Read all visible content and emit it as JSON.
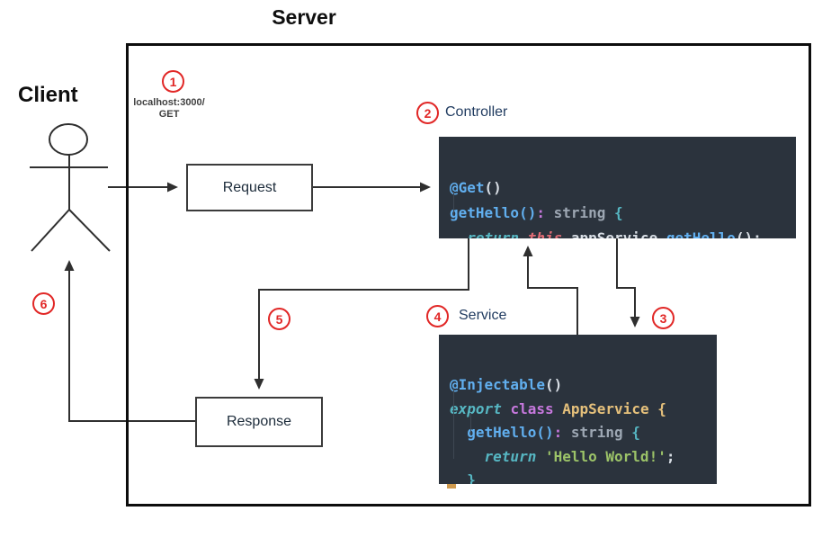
{
  "diagram": {
    "title": "Server",
    "client_label": "Client",
    "request_label": "Request",
    "response_label": "Response",
    "url_line1": "localhost:3000/",
    "url_line2": "GET",
    "controller_label": "Controller",
    "service_label": "Service",
    "steps": [
      "1",
      "2",
      "3",
      "4",
      "5",
      "6"
    ]
  },
  "colors": {
    "step_badge_red": "#e12726",
    "code_background": "#2b333d",
    "code_default": "#d8dee5",
    "code_blue": "#61afef",
    "code_magenta": "#c678dd",
    "code_cyan": "#56b6c2",
    "code_red": "#e06c75",
    "code_gold": "#e5c07b",
    "code_gray": "#9da7b3",
    "code_green": "#9cc368",
    "line_color": "#2f2f2f",
    "label_navy": "#1f3a5f"
  },
  "code_blocks": {
    "controller": {
      "lines": [
        [
          [
            "blue",
            "@Get"
          ],
          [
            "white",
            "()"
          ]
        ],
        [
          [
            "blue",
            "getHello"
          ],
          [
            "blue",
            "()"
          ],
          [
            "magenta",
            ":"
          ],
          [
            "gray",
            " string "
          ],
          [
            "cyan",
            "{"
          ]
        ],
        [
          [
            "white",
            "  "
          ],
          [
            "cyan-i",
            "return"
          ],
          [
            "white",
            " "
          ],
          [
            "red-i",
            "this"
          ],
          [
            "white",
            ".appService."
          ],
          [
            "blue",
            "getHello"
          ],
          [
            "white",
            "();"
          ]
        ],
        [
          [
            "cyan",
            "}"
          ]
        ]
      ]
    },
    "service": {
      "lines": [
        [
          [
            "blue",
            "@Injectable"
          ],
          [
            "white",
            "()"
          ]
        ],
        [
          [
            "cyan-i",
            "export"
          ],
          [
            "white",
            " "
          ],
          [
            "magenta",
            "class"
          ],
          [
            "white",
            " "
          ],
          [
            "gold",
            "AppService"
          ],
          [
            "white",
            " "
          ],
          [
            "gold",
            "{"
          ]
        ],
        [
          [
            "white",
            "  "
          ],
          [
            "blue",
            "getHello"
          ],
          [
            "blue",
            "()"
          ],
          [
            "magenta",
            ":"
          ],
          [
            "gray",
            " string "
          ],
          [
            "cyan",
            "{"
          ]
        ],
        [
          [
            "white",
            "    "
          ],
          [
            "cyan-i",
            "return"
          ],
          [
            "white",
            " "
          ],
          [
            "green",
            "'Hello World!'"
          ],
          [
            "white",
            ";"
          ]
        ],
        [
          [
            "white",
            "  "
          ],
          [
            "cyan",
            "}"
          ]
        ],
        [
          [
            "cyan",
            "}"
          ]
        ]
      ]
    }
  }
}
